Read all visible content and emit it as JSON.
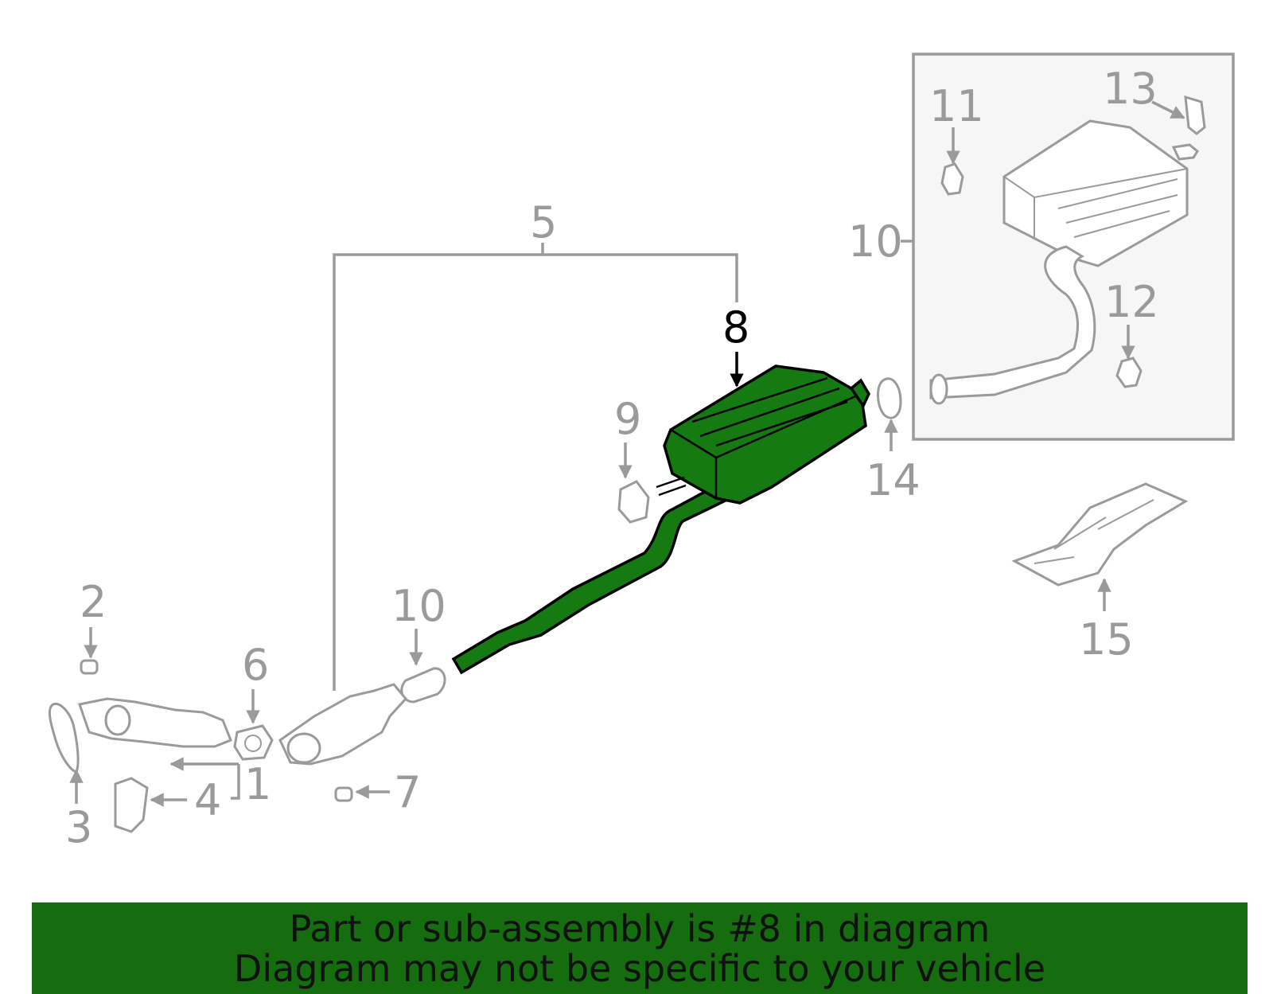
{
  "callouts": {
    "c1": "1",
    "c2": "2",
    "c3": "3",
    "c4": "4",
    "c5": "5",
    "c6": "6",
    "c7": "7",
    "c8": "8",
    "c9": "9",
    "c10a": "10",
    "c10b": "10",
    "c11": "11",
    "c12": "12",
    "c13": "13",
    "c14": "14",
    "c15": "15"
  },
  "highlight_color": "#167a12",
  "banner": {
    "line1": "Part or sub-assembly is #8 in diagram",
    "line2": "Diagram may not be specific to your vehicle",
    "background": "#156d10"
  }
}
